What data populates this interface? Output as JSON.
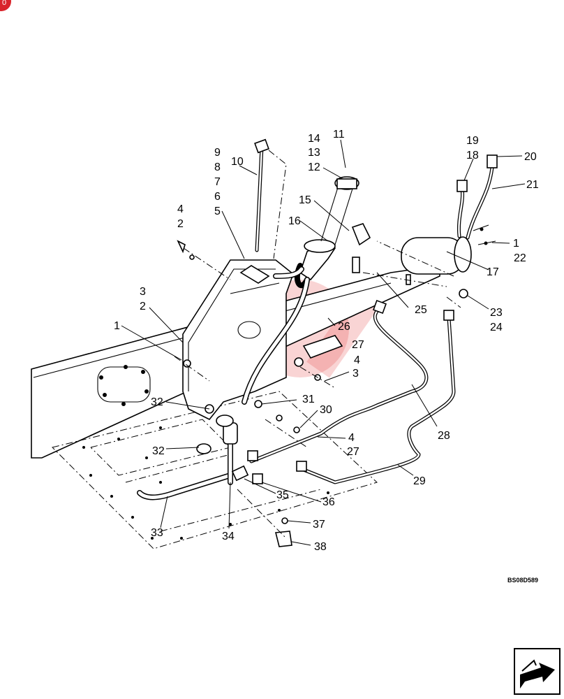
{
  "figure": {
    "code": "BS08D589",
    "corner_badge": "0"
  },
  "callouts": [
    {
      "label": "1"
    },
    {
      "label": "1"
    },
    {
      "label": "2"
    },
    {
      "label": "2"
    },
    {
      "label": "3"
    },
    {
      "label": "3"
    },
    {
      "label": "4"
    },
    {
      "label": "4"
    },
    {
      "label": "4"
    },
    {
      "label": "5"
    },
    {
      "label": "6"
    },
    {
      "label": "7"
    },
    {
      "label": "8"
    },
    {
      "label": "9"
    },
    {
      "label": "10"
    },
    {
      "label": "11"
    },
    {
      "label": "12"
    },
    {
      "label": "13"
    },
    {
      "label": "14"
    },
    {
      "label": "15"
    },
    {
      "label": "16"
    },
    {
      "label": "17"
    },
    {
      "label": "18"
    },
    {
      "label": "19"
    },
    {
      "label": "20"
    },
    {
      "label": "21"
    },
    {
      "label": "22"
    },
    {
      "label": "23"
    },
    {
      "label": "24"
    },
    {
      "label": "25"
    },
    {
      "label": "26"
    },
    {
      "label": "27"
    },
    {
      "label": "27"
    },
    {
      "label": "28"
    },
    {
      "label": "29"
    },
    {
      "label": "30"
    },
    {
      "label": "31"
    },
    {
      "label": "32"
    },
    {
      "label": "32"
    },
    {
      "label": "33"
    },
    {
      "label": "34"
    },
    {
      "label": "35"
    },
    {
      "label": "36"
    },
    {
      "label": "37"
    },
    {
      "label": "38"
    }
  ],
  "colors": {
    "ink": "#000000",
    "watermark": "#e23b3b",
    "badge": "#d9242b"
  },
  "icons": {
    "nav": "next-page-arrow-icon"
  }
}
